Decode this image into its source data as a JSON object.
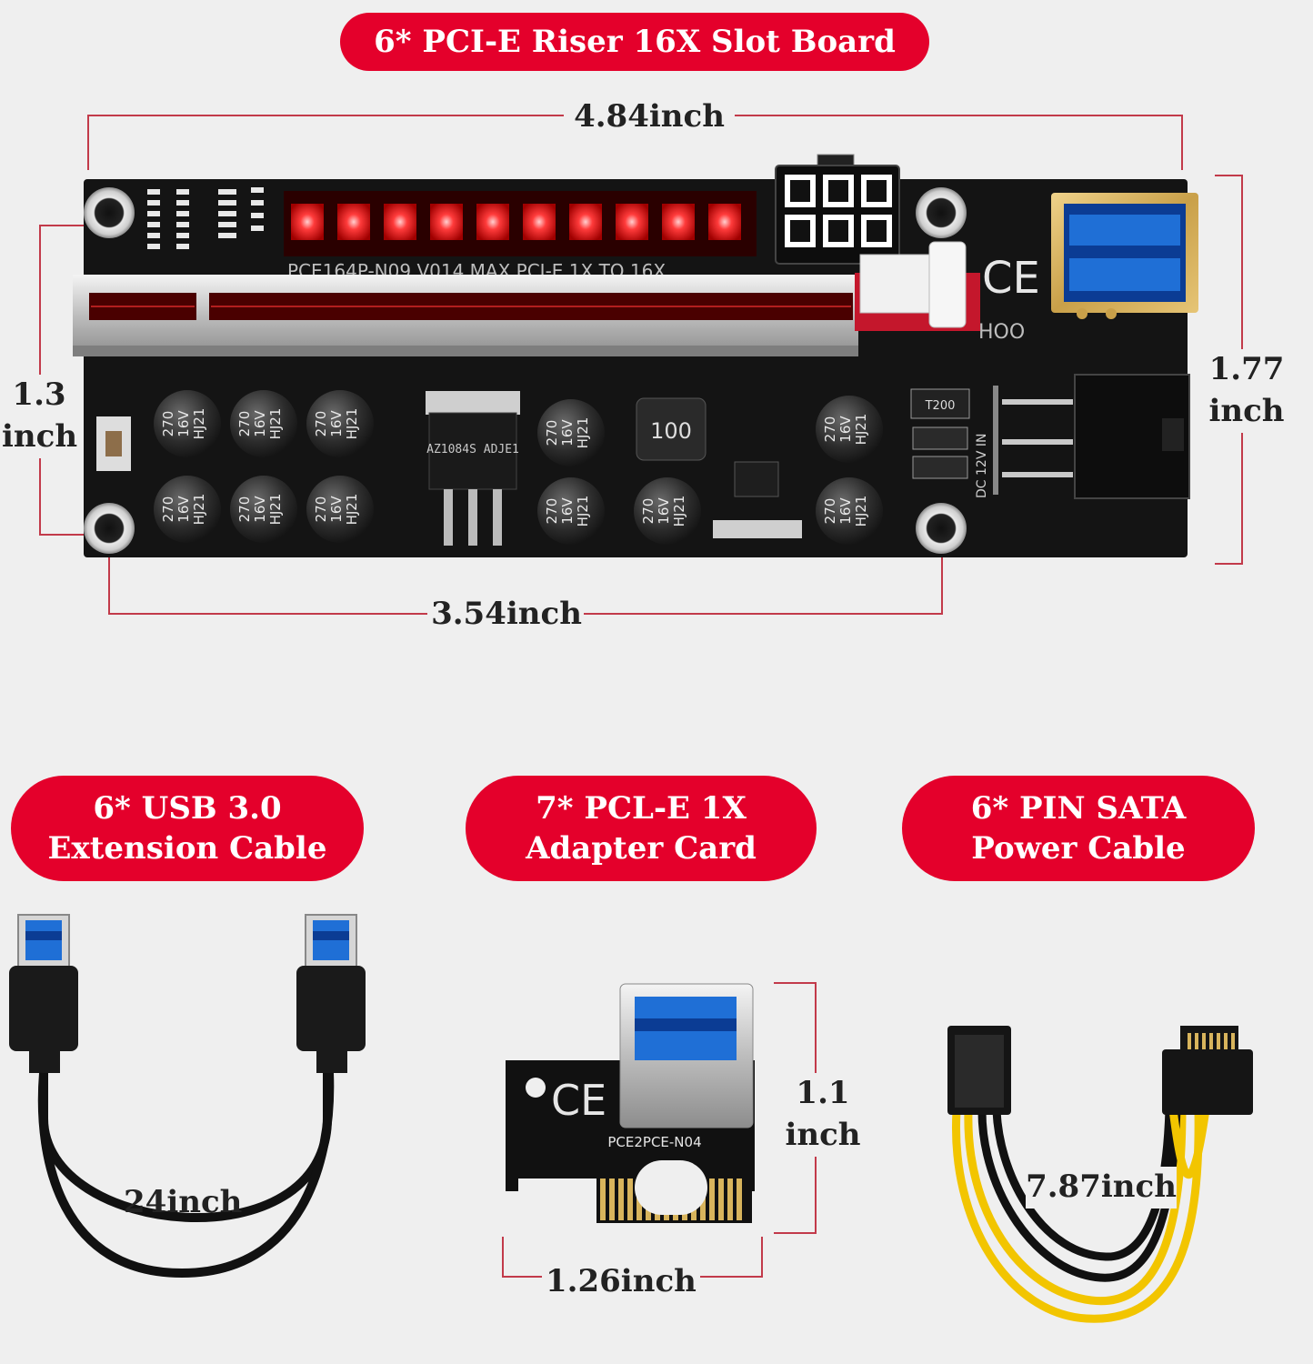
{
  "headers": {
    "riser": "6* PCI-E Riser 16X Slot Board",
    "usb_line1": "6* USB 3.0",
    "usb_line2": "Extension Cable",
    "adapter_line1": "7* PCL-E 1X",
    "adapter_line2": "Adapter Card",
    "sata_line1": "6* PIN SATA",
    "sata_line2": "Power Cable"
  },
  "dimensions": {
    "board_width": "4.84inch",
    "board_height_line1": "1.77",
    "board_height_line2": "inch",
    "hole_span_v_line1": "1.3",
    "hole_span_v_line2": "inch",
    "hole_span_h": "3.54inch",
    "usb_length": "24inch",
    "adapter_height_line1": "1.1",
    "adapter_height_line2": "inch",
    "adapter_width": "1.26inch",
    "sata_length": "7.87inch"
  },
  "board": {
    "ce_mark": "CE",
    "model_text": "PCE164P-N09  V014 MAX  PCI-E 1X TO 16X",
    "brand_text": "HOO",
    "dc_label": "DC 12V IN",
    "inductor_label": "100",
    "capacitor_label": "270 16V HJ21",
    "regulator_label": "AZ1084S ADJE1",
    "fuse_label": "T200"
  },
  "adapter_card": {
    "model_text": "PCE2PCE-N04",
    "ce_mark": "CE"
  },
  "colors": {
    "accent": "#e4002b",
    "board": "#131313",
    "led": "#ff2a2a",
    "gold": "#d9b45a",
    "usb_blue": "#1f6fd6",
    "cable_yellow": "#f2c500"
  }
}
